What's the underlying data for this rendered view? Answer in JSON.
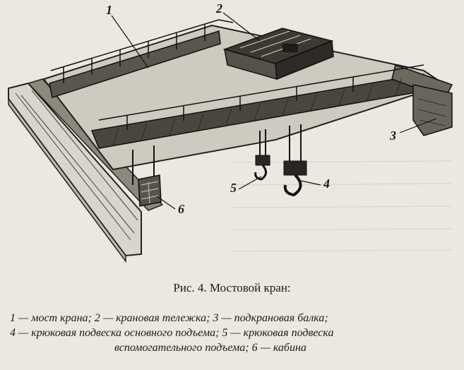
{
  "figure": {
    "callouts": [
      "1",
      "2",
      "3",
      "4",
      "5",
      "6"
    ]
  },
  "caption": {
    "title": "Рис. 4. Мостовой кран:",
    "legend_lines": [
      "1 — мост крана; 2 — крановая тележка; 3 — подкрановая балка;",
      "4 — крюковая подвеска основного подъема; 5 — крюковая подвеска",
      "вспомогательного подъема; 6 — кабина"
    ]
  }
}
